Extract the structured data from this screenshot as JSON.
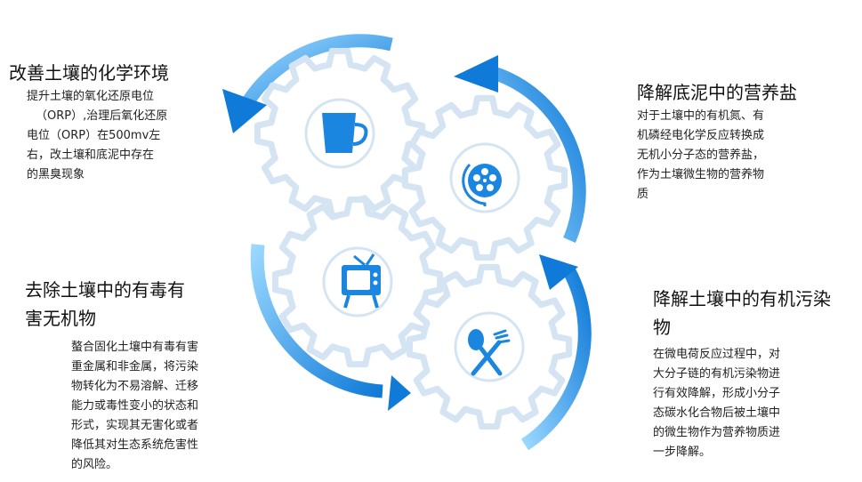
{
  "colors": {
    "gear_stroke": "#d4e4f3",
    "icon_blue": "#1a86e0",
    "arrow_light": "#8fd3ff",
    "arrow_dark": "#0f7ad8"
  },
  "gears": [
    {
      "icon": "cup-icon"
    },
    {
      "icon": "film-reel-icon"
    },
    {
      "icon": "tv-icon"
    },
    {
      "icon": "fork-spoon-icon"
    }
  ],
  "blocks": {
    "top_left": {
      "title": "改善土壤的化学环境",
      "body": [
        "提升土壤的氧化还原电位",
        "（ORP）,治理后氧化还原",
        "电位（ORP）在500mv左",
        "右，改土壤和底泥中存在",
        "的黑臭现象"
      ]
    },
    "top_right": {
      "title": "降解底泥中的营养盐",
      "body": [
        "对于土壤中的有机氮、有",
        "机磷经电化学反应转换成",
        "无机小分子态的营养盐，",
        "作为土壤微生物的营养物",
        "质"
      ]
    },
    "bottom_left": {
      "title_lines": [
        "去除土壤中的有毒有",
        "害无机物"
      ],
      "body": [
        "螯合固化土壤中有毒有害",
        "重金属和非金属，将污染",
        "物转化为不易溶解、迁移",
        "能力或毒性变小的状态和",
        "形式，实现其无害化或者",
        "降低其对生态系统危害性",
        "的风险。"
      ]
    },
    "bottom_right": {
      "title_lines": [
        "降解土壤中的有机污染",
        "物"
      ],
      "body": [
        "在微电荷反应过程中，对",
        "大分子链的有机污染物进",
        "行有效降解，形成小分子",
        "态碳水化合物后被土壤中",
        "的微生物作为营养物质进",
        "一步降解。"
      ]
    }
  }
}
